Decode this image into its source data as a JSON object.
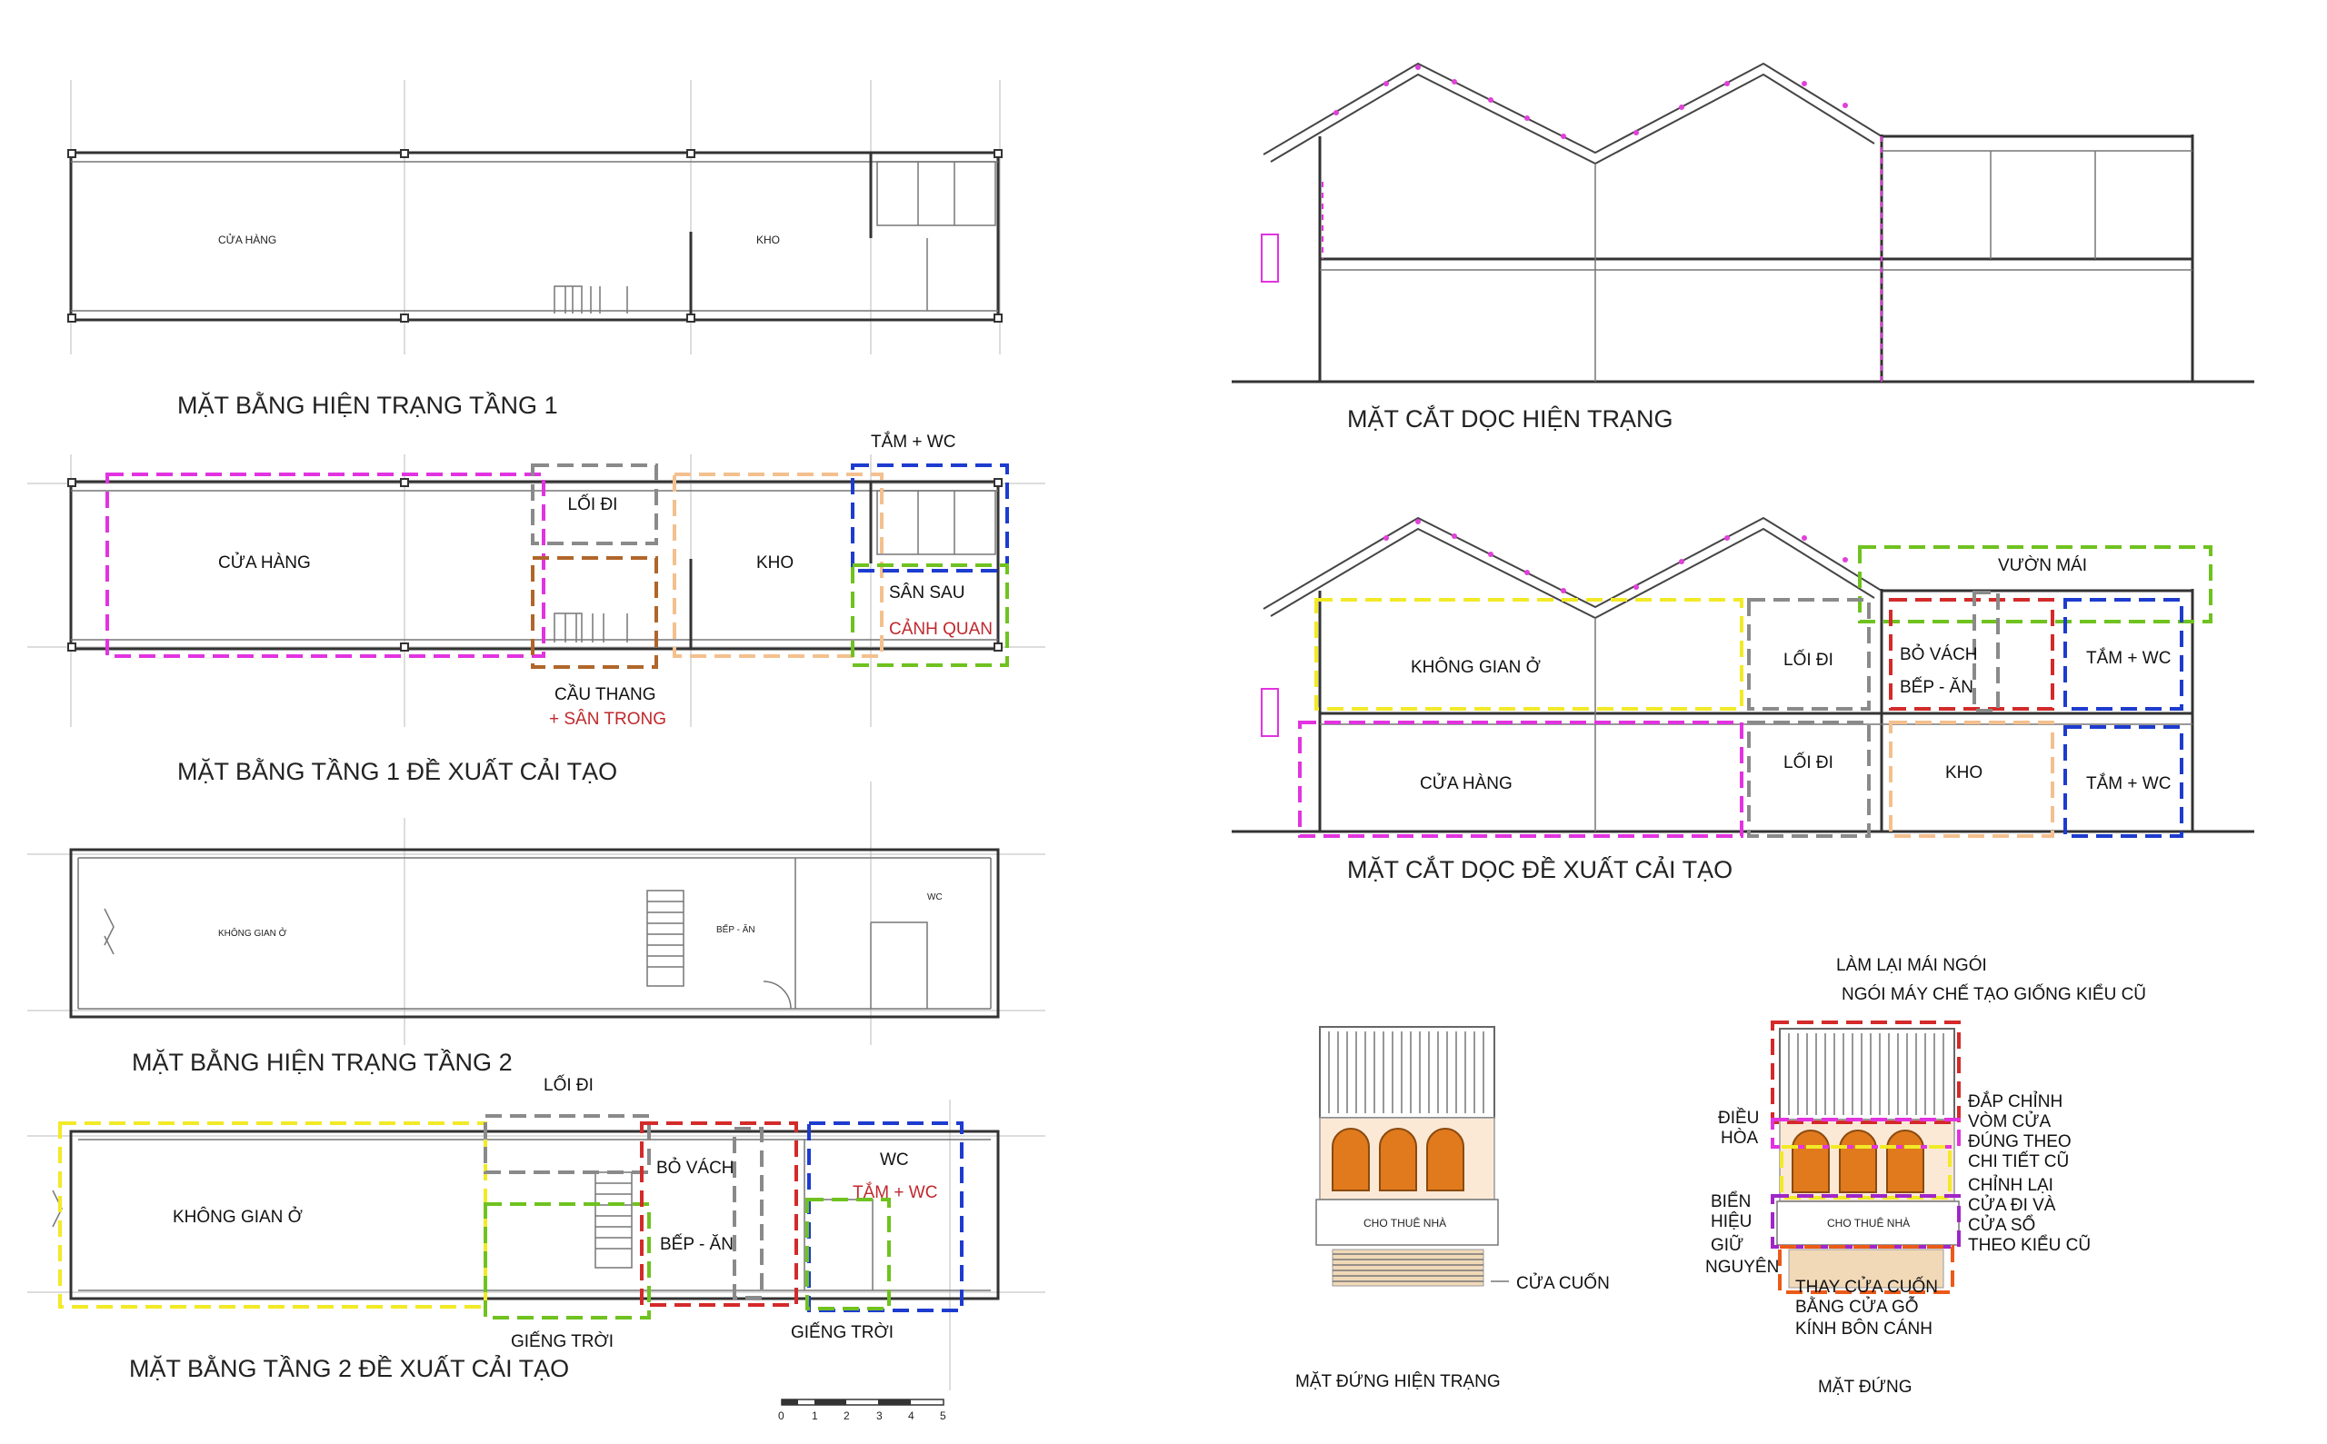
{
  "titles": {
    "plan1_existing": "MẶT BẰNG HIỆN TRẠNG TẦNG 1",
    "plan1_proposed": "MẶT BẰNG TẦNG 1 ĐỀ XUẤT CẢI TẠO",
    "plan2_existing": "MẶT BẰNG HIỆN TRẠNG TẦNG 2",
    "plan2_proposed": "MẶT BẰNG TẦNG 2 ĐỀ XUẤT CẢI TẠO",
    "section_existing": "MẶT CẮT DỌC HIỆN TRẠNG",
    "section_proposed": "MẶT CẮT DỌC ĐỀ XUẤT CẢI TẠO",
    "elev_existing": "MẶT ĐỨNG HIỆN TRẠNG",
    "elev_proposed": "MẶT ĐỨNG"
  },
  "plan1_existing": {
    "cua_hang": "CỬA HÀNG",
    "kho": "KHO"
  },
  "plan1_proposed": {
    "cua_hang": "CỬA HÀNG",
    "loi_di": "LỐI ĐI",
    "kho": "KHO",
    "tam_wc": "TẮM + WC",
    "san_sau": "SÂN SAU",
    "canh_quan": "CẢNH QUAN",
    "cau_thang": "CẦU THANG",
    "san_trong": "+ SÂN TRONG"
  },
  "plan2_existing": {
    "khong_gian_o": "KHÔNG GIAN Ở",
    "bep_an": "BẾP - ĂN",
    "wc": "WC"
  },
  "plan2_proposed": {
    "loi_di": "LỐI ĐI",
    "khong_gian_o": "KHÔNG GIAN Ở",
    "bo_vach": "BỎ VÁCH",
    "bep_an": "BẾP - ĂN",
    "wc": "WC",
    "tam_wc": "TẮM + WC",
    "gieng_troi_1": "GIẾNG TRỜI",
    "gieng_troi_2": "GIẾNG TRỜI"
  },
  "section_proposed": {
    "vuon_mai": "VƯỜN MÁI",
    "khong_gian_o": "KHÔNG GIAN Ở",
    "loi_di_top": "LỐI ĐI",
    "bo_vach": "BỎ VÁCH",
    "bep_an": "BẾP - ĂN",
    "tam_wc_top": "TẮM + WC",
    "cua_hang": "CỬA HÀNG",
    "loi_di_bottom": "LỐI ĐI",
    "kho": "KHO",
    "tam_wc_bottom": "TẮM + WC"
  },
  "elevation_existing": {
    "cua_cuon": "CỬA CUỐN",
    "sign": "CHO THUÊ NHÀ"
  },
  "elevation_proposed": {
    "lam_lai_mai": "LÀM LẠI MÁI NGÓI",
    "ngoi_may": "NGÓI MÁY CHẾ TẠO GIỐNG KIỂU CŨ",
    "dieu_hoa_1": "ĐIỀU",
    "dieu_hoa_2": "HÒA",
    "dap_chinh_1": "ĐẮP CHỈNH",
    "dap_chinh_2": "VÒM CỬA",
    "dap_chinh_3": "ĐÚNG THEO",
    "dap_chinh_4": "CHI TIẾT CŨ",
    "chinh_lai_1": "CHỈNH LẠI",
    "chinh_lai_2": "CỬA ĐI VÀ",
    "chinh_lai_3": "CỬA SỔ",
    "chinh_lai_4": "THEO KIỂU CŨ",
    "bien_hieu_1": "BIỂN",
    "bien_hieu_2": "HIỆU",
    "bien_hieu_3": "GIỮ",
    "bien_hieu_4": "NGUYÊN",
    "thay_cua_1": "THAY CỬA CUỐN",
    "thay_cua_2": "BẰNG CỬA GỖ",
    "thay_cua_3": "KÍNH BÔN CÁNH",
    "sign": "CHO THUÊ NHÀ"
  },
  "scale": {
    "t0": "0",
    "t1": "1",
    "t2": "2",
    "t3": "3",
    "t4": "4",
    "t5": "5"
  },
  "colors": {
    "magenta": "#e233e0",
    "gray": "#8a8a8a",
    "orange_brown": "#b0662a",
    "peach": "#f4c08e",
    "blue": "#1d3ccf",
    "green": "#6fc21f",
    "yellow": "#f2ea27",
    "red": "#d42a2a",
    "purple": "#a026c9",
    "dark_orange": "#ec5a18"
  }
}
